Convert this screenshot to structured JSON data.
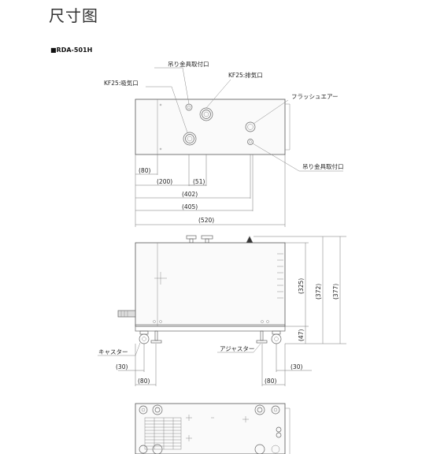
{
  "title": "尺寸图",
  "model": "■RDA-501H",
  "labels": {
    "hook_top": "吊り金具取付口",
    "kf25_exhaust": "KF25:排気口",
    "kf25_intake": "KF25:吸気口",
    "flush_air": "フラッシュエアー",
    "hook_right": "吊り金具取付口",
    "caster": "キャスター",
    "adjuster": "アジャスター"
  },
  "dims": {
    "d80a": "(80)",
    "d200": "(200)",
    "d51": "(51)",
    "d402": "(402)",
    "d405": "(405)",
    "d520": "(520)",
    "d325": "(325)",
    "d372": "(372)",
    "d377": "(377)",
    "d47": "(47)",
    "d30l": "(30)",
    "d80l": "(80)",
    "d80r": "(80)",
    "d30r": "(30)"
  }
}
